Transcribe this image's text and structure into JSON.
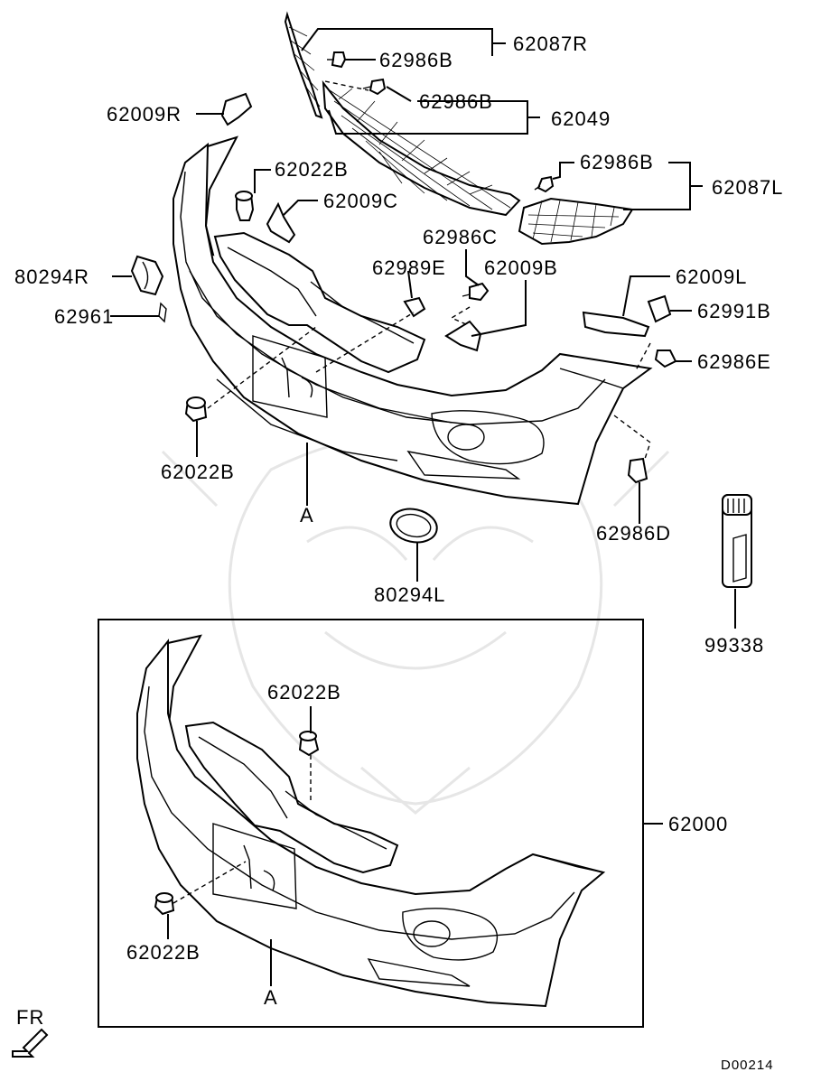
{
  "labels": {
    "l_62087R": "62087R",
    "l_62986B_a": "62986B",
    "l_62986B_b": "62986B",
    "l_62049": "62049",
    "l_62986B_c": "62986B",
    "l_62087L": "62087L",
    "l_62009R": "62009R",
    "l_62022B_top": "62022B",
    "l_62009C": "62009C",
    "l_62986C": "62986C",
    "l_80294R": "80294R",
    "l_62989E": "62989E",
    "l_62009B": "62009B",
    "l_62009L": "62009L",
    "l_62991B": "62991B",
    "l_62961": "62961",
    "l_62986E": "62986E",
    "l_62022B_left": "62022B",
    "l_A_top": "A",
    "l_62986D": "62986D",
    "l_80294L": "80294L",
    "l_99338": "99338",
    "l_62022B_inset_top": "62022B",
    "l_62000": "62000",
    "l_62022B_inset_left": "62022B",
    "l_A_inset": "A"
  },
  "direction_label": "FR",
  "diagram_code": "D00214",
  "icons": [
    "front-direction-arrow-icon"
  ]
}
